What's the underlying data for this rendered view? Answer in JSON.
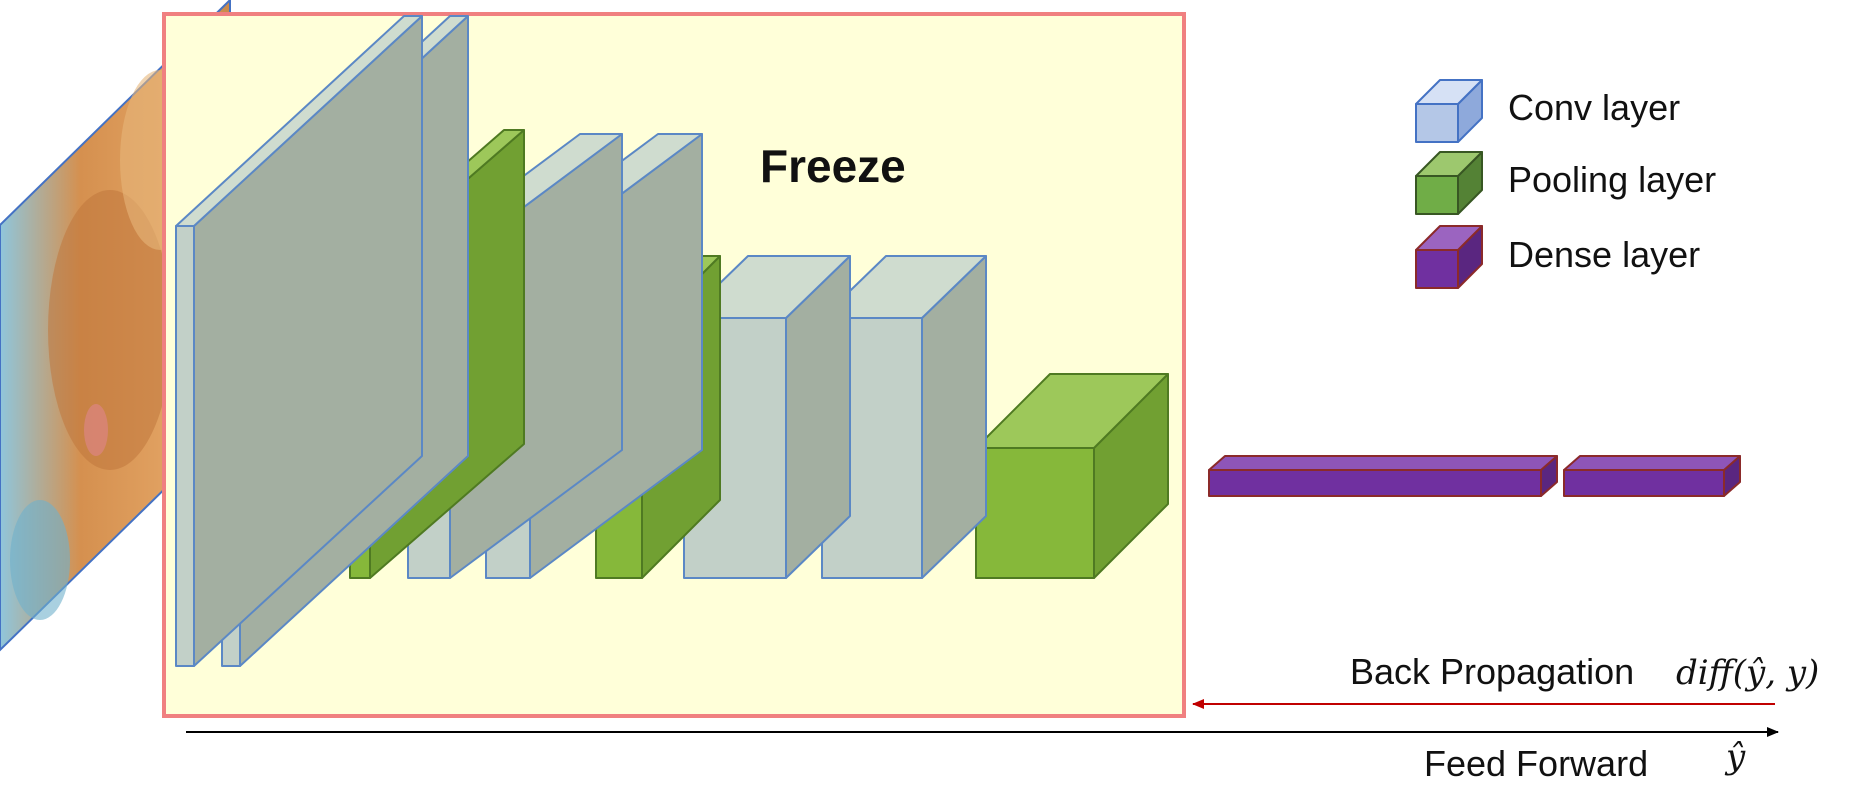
{
  "freeze": {
    "title": "Freeze",
    "fill": "#ffffd9",
    "border": "#f08080"
  },
  "legend": {
    "items": [
      {
        "label": "Conv layer",
        "icon": "blue-cube-icon",
        "front": "#b4c7e7",
        "top": "#d6e1f5",
        "side": "#8ea9db",
        "stroke": "#4472c4"
      },
      {
        "label": "Pooling layer",
        "icon": "green-cube-icon",
        "front": "#70ad47",
        "top": "#9dc86e",
        "side": "#548235",
        "stroke": "#385723"
      },
      {
        "label": "Dense layer",
        "icon": "purple-cube-icon",
        "front": "#7030a0",
        "top": "#9b64c0",
        "side": "#5a2680",
        "stroke": "#8b2a2a"
      }
    ]
  },
  "flow": {
    "back_propagation_label": "Back Propagation",
    "loss_formula": "diff(ŷ, y)",
    "feed_forward_label": "Feed Forward",
    "output_symbol": "ŷ",
    "back_arrow_color": "#c00000",
    "forward_arrow_color": "#000000"
  },
  "colors": {
    "conv_front": "#c2d0c8",
    "conv_top": "#cfdccf",
    "conv_side": "#a3afa1",
    "conv_stroke": "#5b88c5",
    "pool_front": "#86b83a",
    "pool_top": "#9dc85a",
    "pool_side": "#71a032",
    "pool_stroke": "#4f7a22",
    "dense_front": "#7030a0",
    "dense_top": "#8e55b8",
    "dense_side": "#5a2680",
    "dense_stroke": "#8b2a2a"
  }
}
